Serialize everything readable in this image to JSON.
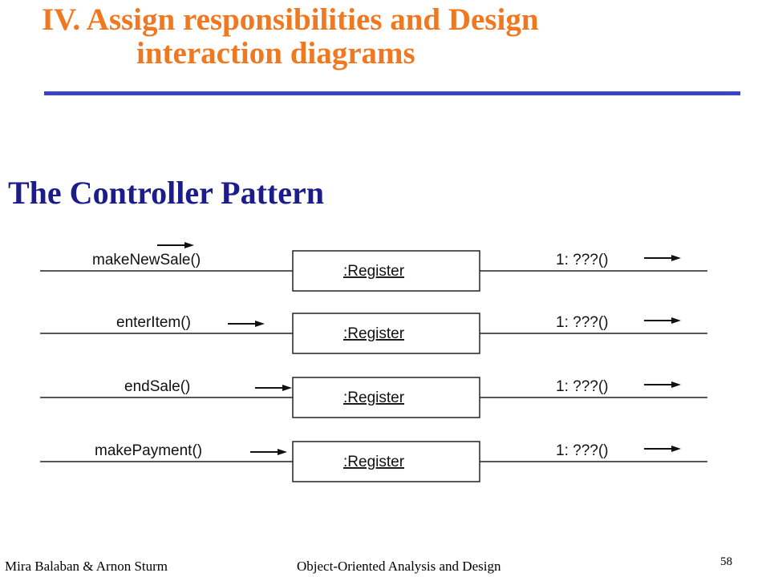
{
  "title": {
    "line1": "IV. Assign responsibilities and Design",
    "line2": "interaction diagrams"
  },
  "subtitle": "The Controller Pattern",
  "diagram": {
    "rows": [
      {
        "incoming": "makeNewSale()",
        "object": ":Register",
        "outgoing": "1:  ???()"
      },
      {
        "incoming": "enterItem()",
        "object": ":Register",
        "outgoing": "1:  ???()"
      },
      {
        "incoming": "endSale()",
        "object": ":Register",
        "outgoing": "1:  ???()"
      },
      {
        "incoming": "makePayment()",
        "object": ":Register",
        "outgoing": "1:  ???()"
      }
    ]
  },
  "footer": {
    "authors": "Mira Balaban  &  Arnon Sturm",
    "course": "Object-Oriented Analysis and Design",
    "page": "58"
  },
  "colors": {
    "title": "#f07820",
    "subtitle": "#1c1c8a",
    "rule": "#3a44c8"
  }
}
